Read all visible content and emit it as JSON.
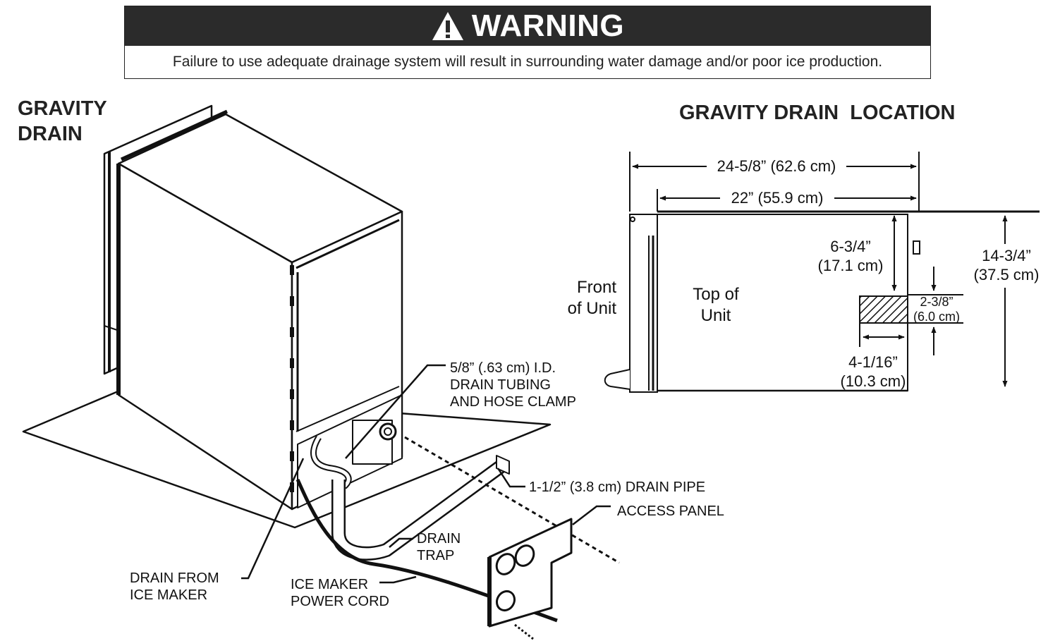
{
  "warning": {
    "title": "WARNING",
    "message": "Failure to use adequate drainage system will result in surrounding water damage and/or poor ice production."
  },
  "gravity_drain": {
    "heading_line1": "GRAVITY",
    "heading_line2": "DRAIN",
    "labels": {
      "tubing_line1": "5/8” (.63 cm) I.D.",
      "tubing_line2": "DRAIN TUBING",
      "tubing_line3": "AND HOSE CLAMP",
      "drain_pipe": "1-1/2” (3.8 cm) DRAIN PIPE",
      "access_panel": "ACCESS PANEL",
      "drain_trap_line1": "DRAIN",
      "drain_trap_line2": "TRAP",
      "drain_from_line1": "DRAIN FROM",
      "drain_from_line2": "ICE MAKER",
      "power_cord_line1": "ICE MAKER",
      "power_cord_line2": "POWER CORD"
    }
  },
  "drain_location": {
    "heading": "GRAVITY DRAIN  LOCATION",
    "front_line1": "Front",
    "front_line2": "of Unit",
    "top_line1": "Top of",
    "top_line2": "Unit",
    "dim_overall": "24-5/8” (62.6 cm)",
    "dim_depth": "22” (55.9 cm)",
    "dim_top_offset_line1": "6-3/4”",
    "dim_top_offset_line2": "(17.1 cm)",
    "dim_total_height_line1": "14-3/4”",
    "dim_total_height_line2": "(37.5 cm)",
    "dim_drain_height_line1": "2-3/8”",
    "dim_drain_height_line2": "(6.0 cm)",
    "dim_drain_width_line1": "4-1/16”",
    "dim_drain_width_line2": "(10.3 cm)"
  }
}
